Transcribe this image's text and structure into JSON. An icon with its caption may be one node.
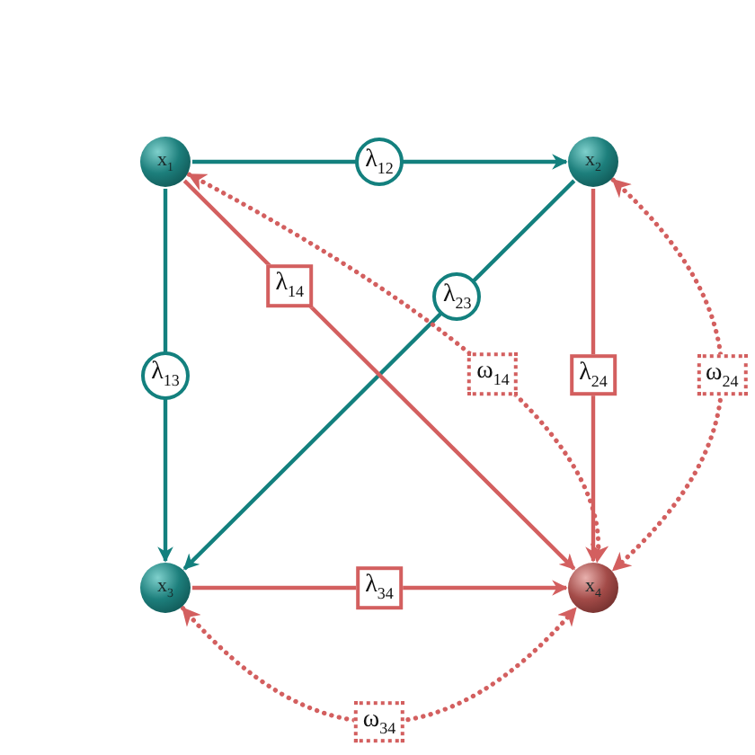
{
  "diagram": {
    "nodes": [
      {
        "text": [
          "x$_{1}$"
        ]
      },
      {
        "text": [
          "x$_{2}$"
        ]
      },
      {
        "text": [
          "x$_{3}$"
        ]
      },
      {
        "text": [
          "x$_{4}$"
        ]
      }
    ],
    "edges": [
      {
        "from": 0,
        "to": 1,
        "arrow": "to",
        "label": "λ$_{12}$",
        "color": "#13807e"
      },
      {
        "from": 0,
        "to": 2,
        "arrow": "to",
        "label": "λ$_{13}$",
        "color": "#13807e"
      },
      {
        "from": 1,
        "to": 2,
        "arrow": "to",
        "label": "λ$_{23}$",
        "color": "#13807e"
      },
      {
        "from": 0,
        "to": 3,
        "arrow": "to",
        "label": "λ$_{14}$"
      },
      {
        "from": 1,
        "to": 3,
        "arrow": "to",
        "label": "λ$_{24}$"
      },
      {
        "from": 2,
        "to": 3,
        "arrow": "to",
        "label": "λ$_{34}$"
      },
      {
        "from": 0,
        "to": 3,
        "arrow": "both",
        "label": "ω$_{14}$",
        "style": "dashed"
      },
      {
        "from": 1,
        "to": 3,
        "arrow": "both",
        "label": "ω$_{24}$",
        "style": "dashed"
      },
      {
        "from": 2,
        "to": 3,
        "arrow": "both",
        "label": "ω$_{34}$",
        "style": "dashed"
      }
    ]
  }
}
